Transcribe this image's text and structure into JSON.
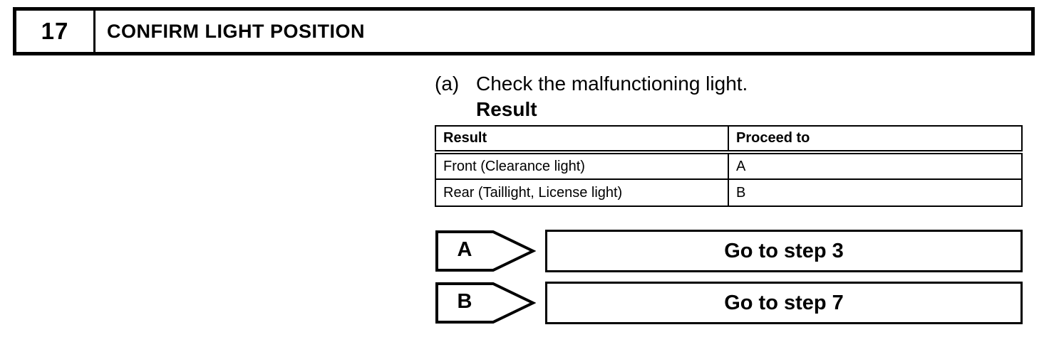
{
  "header": {
    "step_number": "17",
    "title": "CONFIRM LIGHT POSITION"
  },
  "instruction": {
    "marker": "(a)",
    "text": "Check the malfunctioning light.",
    "result_label": "Result"
  },
  "result_table": {
    "columns": [
      "Result",
      "Proceed to"
    ],
    "rows": [
      {
        "result": "Front (Clearance light)",
        "proceed_to": "A"
      },
      {
        "result": "Rear (Taillight, License light)",
        "proceed_to": "B"
      }
    ]
  },
  "branches": [
    {
      "label": "A",
      "action": "Go to step 3"
    },
    {
      "label": "B",
      "action": "Go to step 7"
    }
  ],
  "colors": {
    "line": "#000000",
    "background": "#ffffff"
  }
}
